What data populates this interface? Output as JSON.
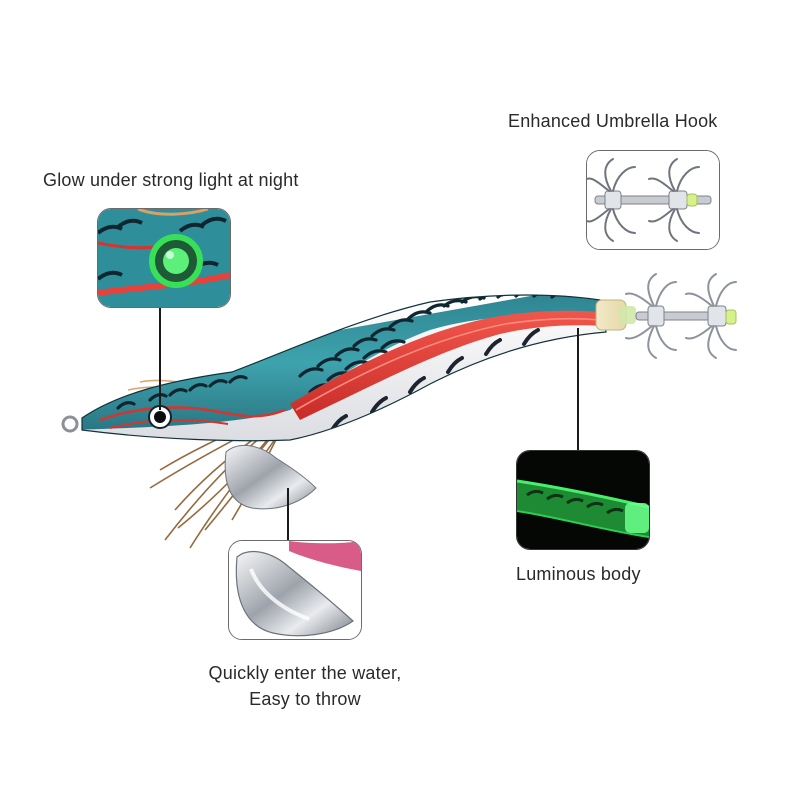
{
  "callouts": {
    "glow": {
      "text": "Glow under strong light at night"
    },
    "hook": {
      "text": "Enhanced Umbrella Hook"
    },
    "luminous": {
      "text": "Luminous body"
    },
    "sinker": {
      "line1": "Quickly enter the water,",
      "line2": "Easy to throw"
    }
  },
  "colors": {
    "body_teal": "#2e8f9a",
    "stripe_red": "#e8403a",
    "belly_white": "#f4f4f6",
    "glow_green": "#38e05a",
    "feather_brown": "#8a5a2a",
    "chrome": "#c9ccd2"
  },
  "icons": [
    "eye-icon",
    "umbrella-hook-icon",
    "lead-sinker-icon",
    "feather-tail-icon",
    "line-eye-icon"
  ]
}
